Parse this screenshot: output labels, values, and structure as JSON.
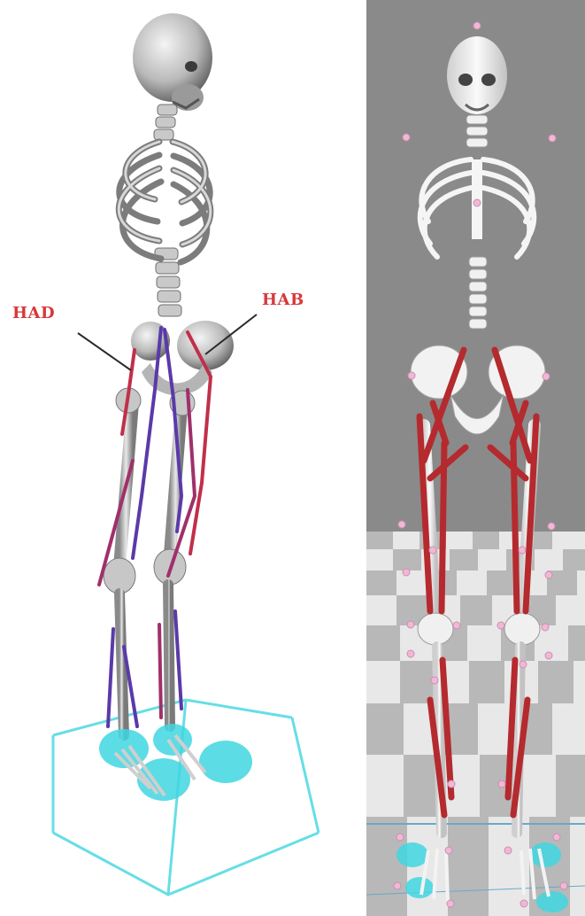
{
  "labels": {
    "had": "HAD",
    "hab": "HAB"
  },
  "colors": {
    "label_red": "#d7383b",
    "muscle_red": "#b52a2e",
    "muscle_purple": "#5a3aa8",
    "muscle_magenta": "#a0306a",
    "contact_cyan": "#40d6e0",
    "marker_pink": "#f1b8d6",
    "viewer_background": "#8a8a8a",
    "floor_light": "#e8e8e8",
    "floor_dark": "#b8b8b8"
  },
  "scenes": [
    {
      "name": "left-render",
      "subject": "skeleton-with-hip-muscles",
      "background": "#ffffff"
    },
    {
      "name": "right-render",
      "subject": "musculoskeletal-model-in-viewer",
      "background": "#8a8a8a"
    }
  ]
}
